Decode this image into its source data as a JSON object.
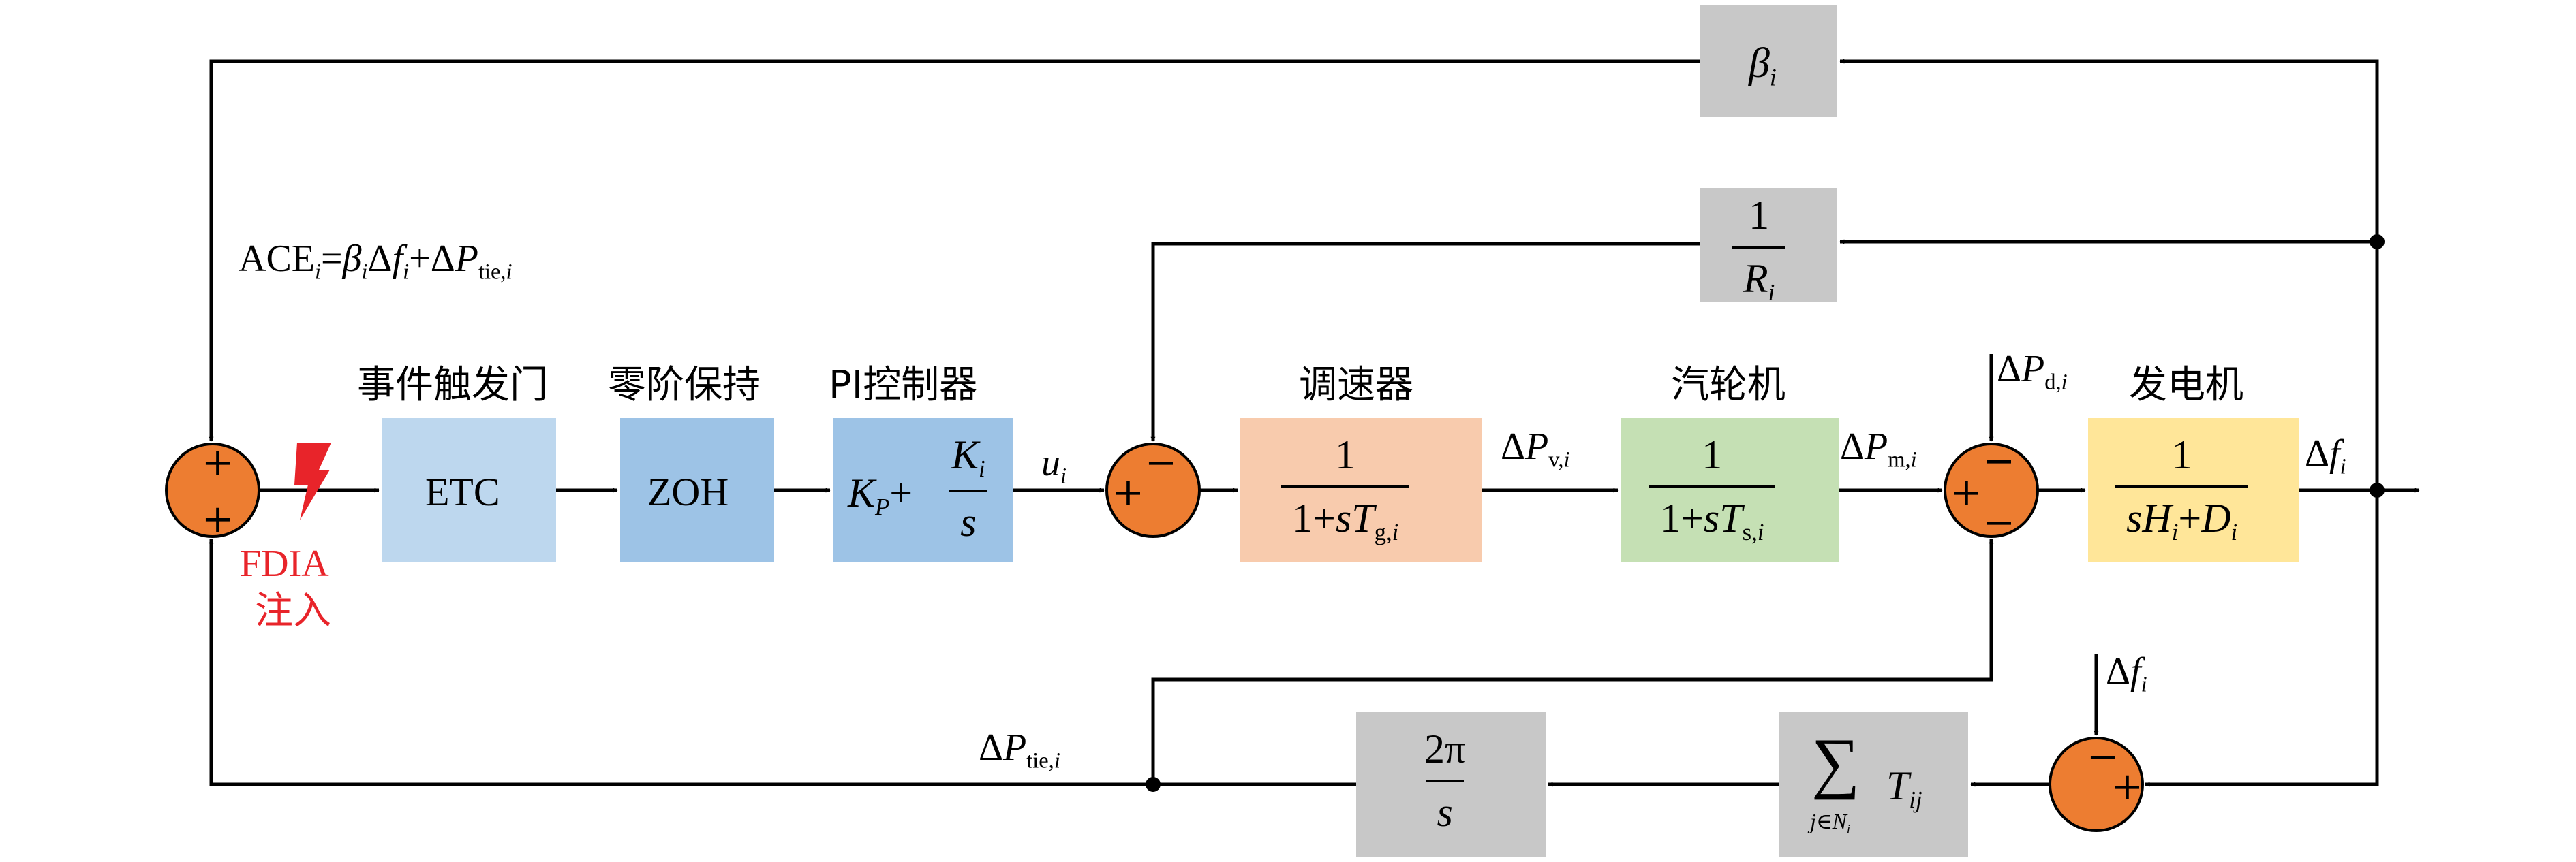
{
  "colors": {
    "sum_node": "#ed7d31",
    "feedback_block": "#c8c8c8",
    "etc_block": "#bdd7ee",
    "zoh_block": "#9dc3e6",
    "pi_block": "#9dc3e6",
    "governor_block": "#f8cbad",
    "turbine_block": "#c5e0b4",
    "generator_block": "#ffe699",
    "attack_text": "#e8242a"
  },
  "labels": {
    "etc_title": "事件触发门",
    "zoh_title": "零阶保持",
    "pi_title": "PI控制器",
    "governor_title": "调速器",
    "turbine_title": "汽轮机",
    "generator_title": "发电机",
    "fdia_line1": "FDIA",
    "fdia_line2": "注入"
  },
  "blocks": {
    "etc": "ETC",
    "zoh": "ZOH",
    "one": "1",
    "two_pi": "2π",
    "s": "s",
    "plus": "+"
  },
  "icons": {
    "attack": "lightning-bolt-icon"
  },
  "signs": {
    "plus": "+",
    "minus": "−"
  }
}
